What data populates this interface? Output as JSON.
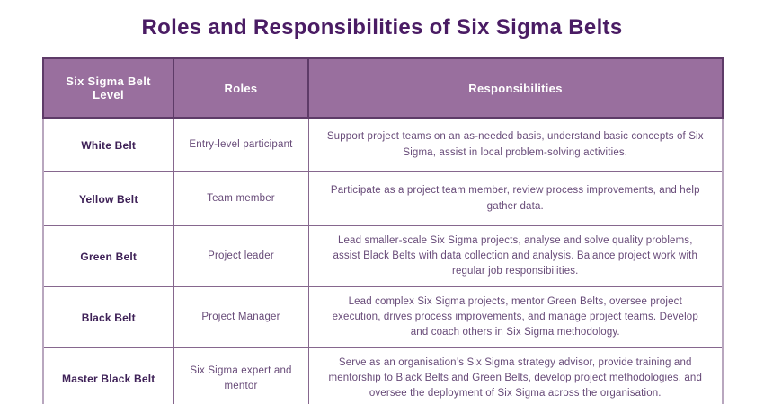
{
  "page": {
    "title": "Roles and Responsibilities of Six Sigma Belts"
  },
  "colors": {
    "title_text": "#4a1c64",
    "header_bg": "#996f9e",
    "header_text": "#ffffff",
    "belt_text": "#3e2157",
    "body_text": "#674a78",
    "header_border": "#5e3b68",
    "cell_border": "#86678e",
    "outer_border": "#b9a7bf"
  },
  "table": {
    "columns": [
      "Six Sigma Belt Level",
      "Roles",
      "Responsibilities"
    ],
    "rows": [
      {
        "belt": "White Belt",
        "role": "Entry-level participant",
        "responsibilities": "Support project teams on an as-needed basis, understand basic concepts of Six Sigma, assist in local problem-solving activities."
      },
      {
        "belt": "Yellow Belt",
        "role": "Team member",
        "responsibilities": "Participate as a project team member, review process improvements, and help gather data."
      },
      {
        "belt": "Green Belt",
        "role": "Project leader",
        "responsibilities": "Lead smaller-scale Six Sigma projects, analyse and solve quality problems, assist Black Belts with data collection and analysis. Balance project work with regular job responsibilities."
      },
      {
        "belt": "Black Belt",
        "role": "Project Manager",
        "responsibilities": "Lead complex Six Sigma projects, mentor Green Belts, oversee project execution, drives process improvements, and manage project teams. Develop and coach others in Six Sigma methodology."
      },
      {
        "belt": "Master Black Belt",
        "role": "Six Sigma expert and mentor",
        "responsibilities": "Serve as an organisation’s Six Sigma strategy advisor, provide training and mentorship to Black Belts and Green Belts, develop project methodologies, and oversee the deployment of Six Sigma across the organisation."
      }
    ]
  }
}
